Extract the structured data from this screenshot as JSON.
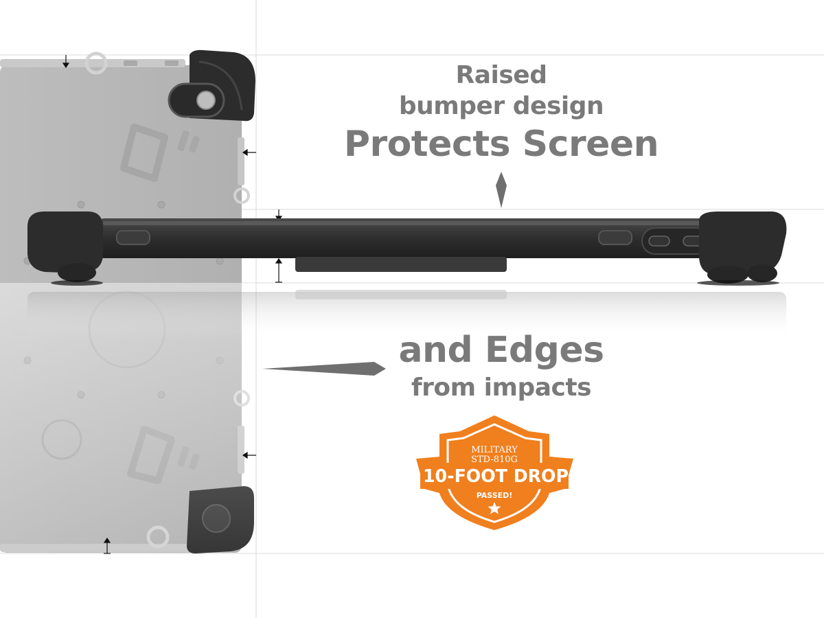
{
  "headline_top": {
    "line1": "Raised",
    "line2": "bumper design",
    "line3": "Protects Screen"
  },
  "headline_bottom": {
    "line1": "and Edges",
    "line2": "from impacts"
  },
  "badge": {
    "line1": "MILITARY",
    "line2": "STD-810G",
    "line3": "10-FOOT DROP",
    "line4": "PASSED!",
    "icon": "star-icon"
  },
  "colors": {
    "text_gray": "#7a7a7a",
    "badge_orange": "#f07f1e",
    "bumper_dark": "#2c2c2c",
    "case_gray": "#b8b8b8"
  }
}
